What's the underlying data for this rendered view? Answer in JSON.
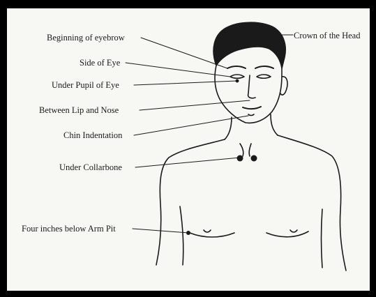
{
  "labels": {
    "beginning_eyebrow": "Beginning of eyebrow",
    "side_of_eye": "Side of Eye",
    "under_pupil": "Under Pupil of Eye",
    "between_lip_nose": "Between Lip and Nose",
    "chin_indentation": "Chin Indentation",
    "under_collarbone": "Under Collarbone",
    "below_arm_pit": "Four inches below Arm Pit",
    "crown_of_head": "Crown of the Head"
  },
  "colors": {
    "frame": "#000000",
    "paper": "#f7f7f3",
    "ink": "#1a1a1a"
  }
}
